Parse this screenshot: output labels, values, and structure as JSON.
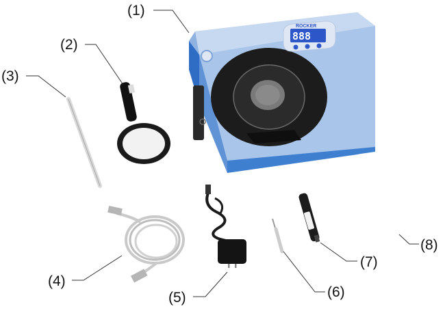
{
  "figure": {
    "brand_text": "ROCKER",
    "display_value": "888",
    "callouts": [
      {
        "id": "1",
        "label": "(1)"
      },
      {
        "id": "2",
        "label": "(2)"
      },
      {
        "id": "3",
        "label": "(3)"
      },
      {
        "id": "4",
        "label": "(4)"
      },
      {
        "id": "5",
        "label": "(5)"
      },
      {
        "id": "6",
        "label": "(6)"
      },
      {
        "id": "7",
        "label": "(7)"
      },
      {
        "id": "8",
        "label": "(8)"
      }
    ]
  },
  "colors": {
    "device_body": "#a9c6ea",
    "device_edge": "#3f7fd0",
    "platter": "#1c1c1c",
    "display_panel": "#dfe7f4",
    "display_led": "#2d56c8",
    "label_text": "#111111"
  },
  "icons": {
    "device": "stirrer-hotplate-icon",
    "magnifier": "magnifying-glass-icon",
    "rod": "stirring-rod-icon",
    "cable": "usb-cable-icon",
    "adapter": "power-adapter-icon",
    "probe": "temperature-probe-icon",
    "marker": "marker-pen-icon"
  }
}
